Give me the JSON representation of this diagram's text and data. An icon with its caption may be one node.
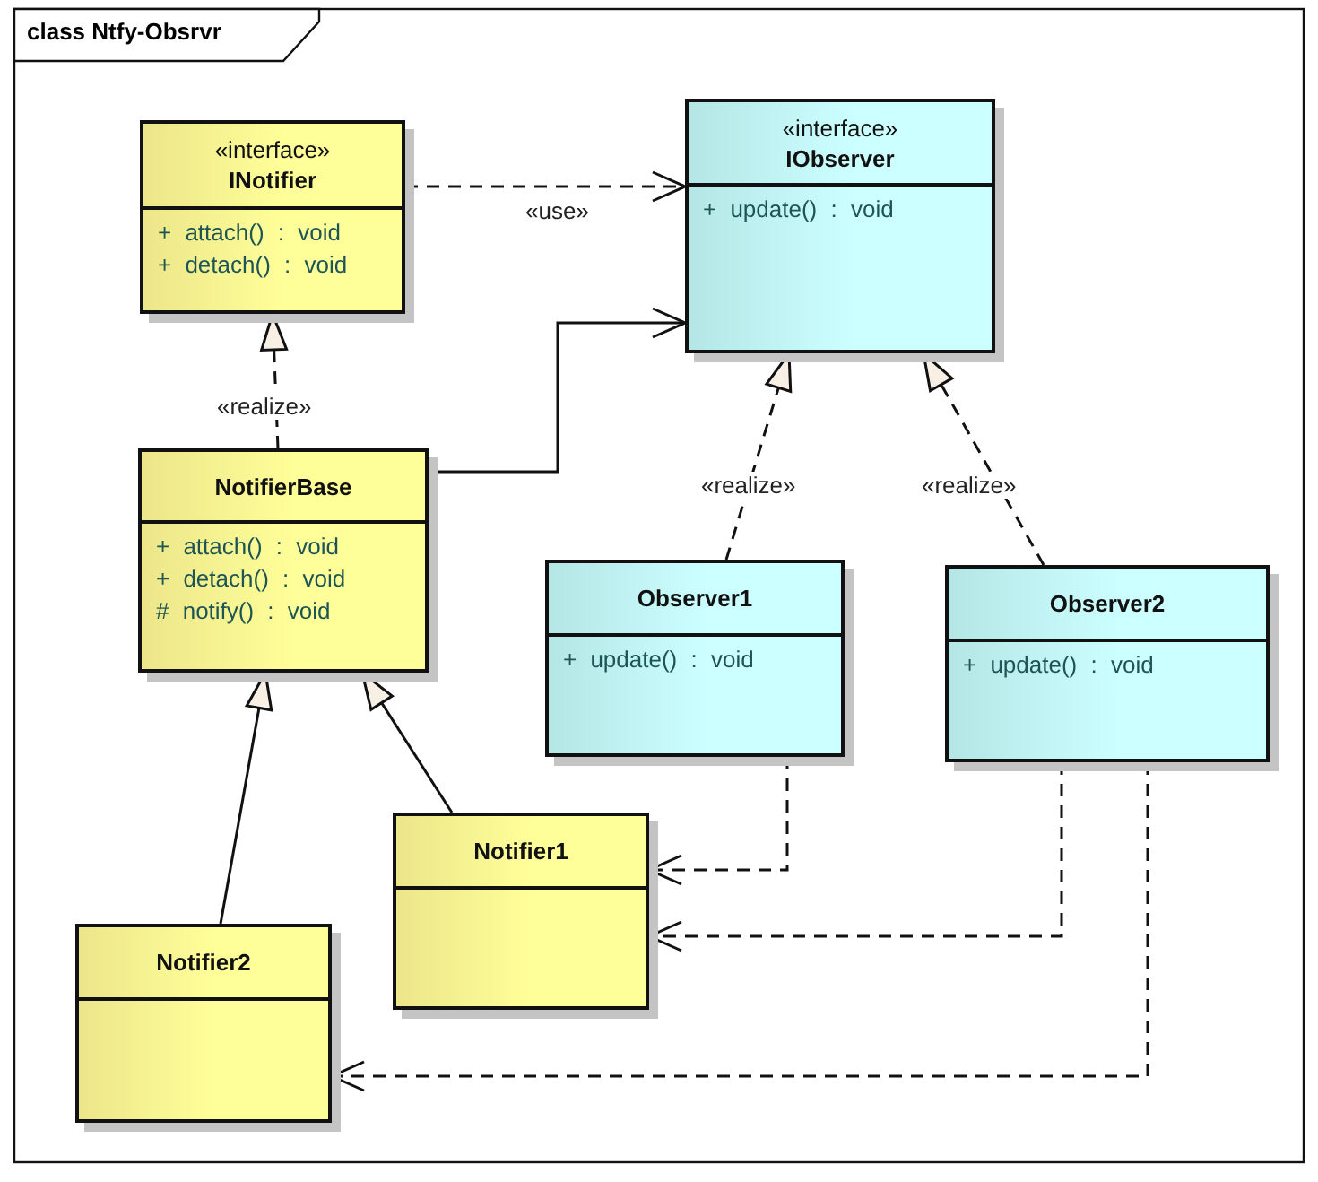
{
  "diagram": {
    "title": "class Ntfy-Obsrvr",
    "nodes": [
      {
        "text": [
          "«interface»",
          "INotifier",
          "+ attach() : void",
          "+ detach() : void"
        ]
      },
      {
        "text": [
          "«interface»",
          "IObserver",
          "+ update() : void"
        ]
      },
      {
        "text": [
          "NotifierBase",
          "+ attach() : void",
          "+ detach() : void",
          "# notify() : void"
        ]
      },
      {
        "text": [
          "Observer1",
          "+ update() : void"
        ]
      },
      {
        "text": [
          "Observer2",
          "+ update() : void"
        ]
      },
      {
        "text": [
          "Notifier1"
        ]
      },
      {
        "text": [
          "Notifier2"
        ]
      }
    ],
    "edges": [
      {
        "from": 0,
        "to": 1,
        "arrow": "to",
        "label": "«use»",
        "style": "dashed"
      },
      {
        "from": 2,
        "to": 1,
        "arrow": "to"
      },
      {
        "from": 2,
        "to": 0,
        "arrow": "to",
        "label": "«realize»",
        "style": "dashed"
      },
      {
        "from": 3,
        "to": 1,
        "arrow": "to",
        "label": "«realize»",
        "style": "dashed"
      },
      {
        "from": 4,
        "to": 1,
        "arrow": "to",
        "label": "«realize»",
        "style": "dashed"
      },
      {
        "from": 6,
        "to": 2,
        "arrow": "to"
      },
      {
        "from": 5,
        "to": 2,
        "arrow": "to"
      },
      {
        "from": 3,
        "to": 5,
        "arrow": "to",
        "style": "dashed"
      },
      {
        "from": 4,
        "to": 5,
        "arrow": "to",
        "style": "dashed"
      },
      {
        "from": 4,
        "to": 6,
        "arrow": "to",
        "style": "dashed"
      }
    ]
  }
}
